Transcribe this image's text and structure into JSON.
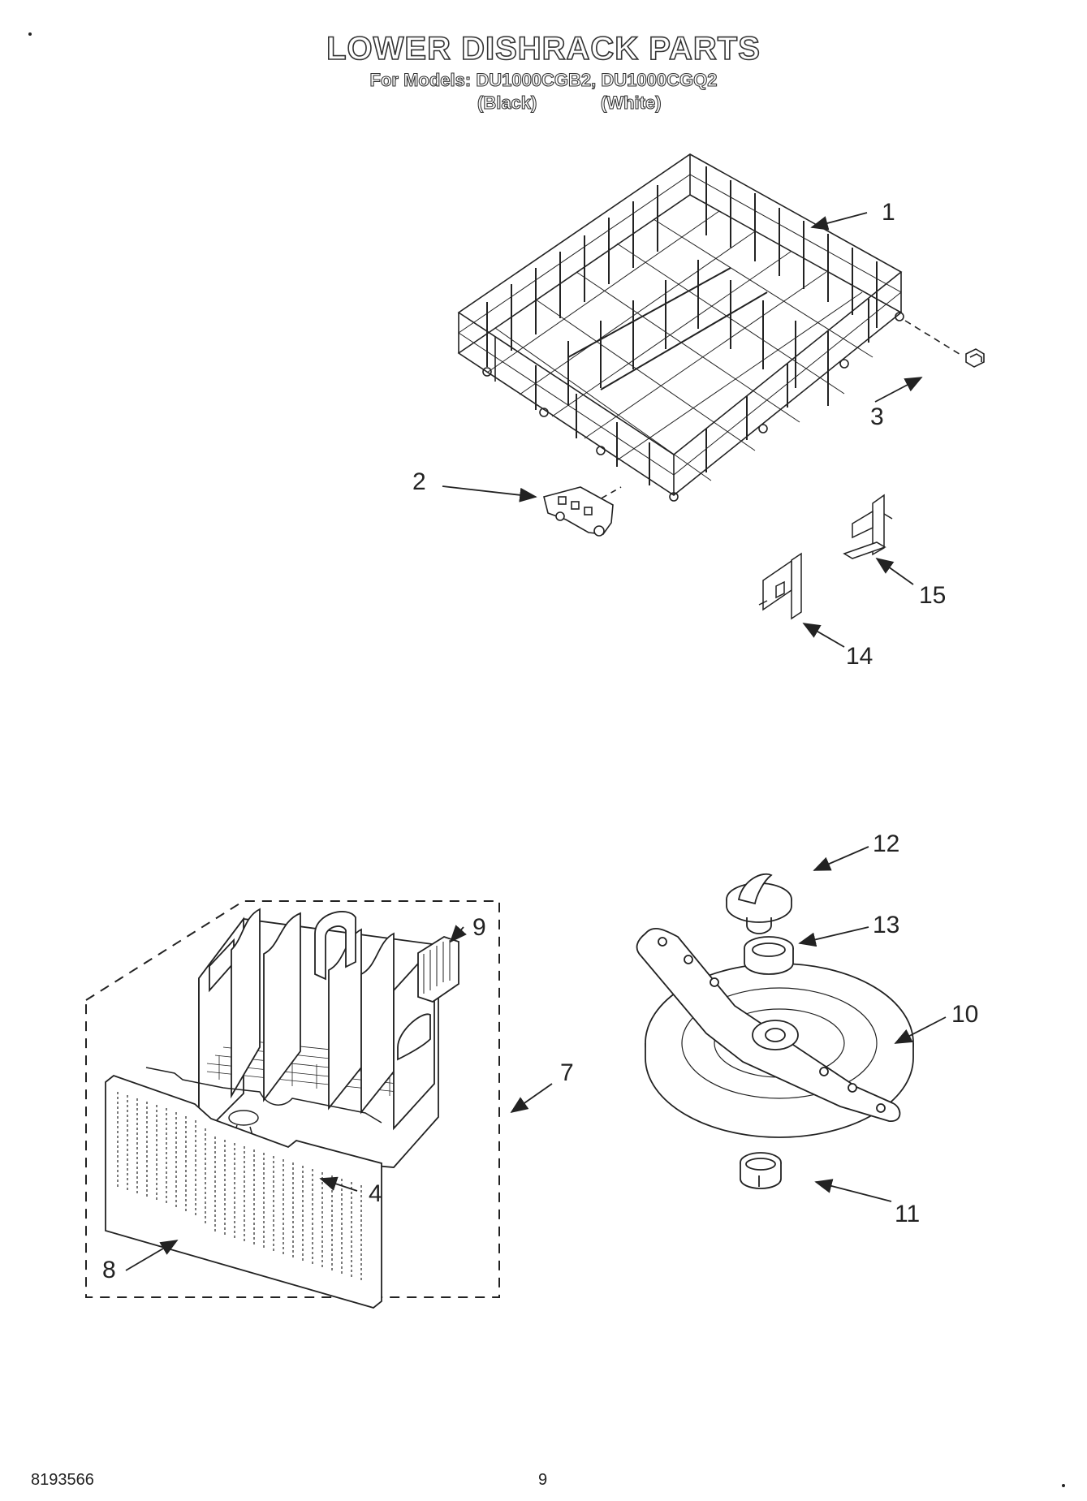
{
  "header": {
    "title": "LOWER DISHRACK PARTS",
    "models_line": "For Models: DU1000CGB2, DU1000CGQ2",
    "variant_black": "(Black)",
    "variant_white": "(White)"
  },
  "callouts": {
    "c1": "1",
    "c2": "2",
    "c3": "3",
    "c4": "4",
    "c7": "7",
    "c8": "8",
    "c9": "9",
    "c10": "10",
    "c11": "11",
    "c12": "12",
    "c13": "13",
    "c14": "14",
    "c15": "15"
  },
  "footer": {
    "doc_number": "8193566",
    "page_number": "9"
  }
}
